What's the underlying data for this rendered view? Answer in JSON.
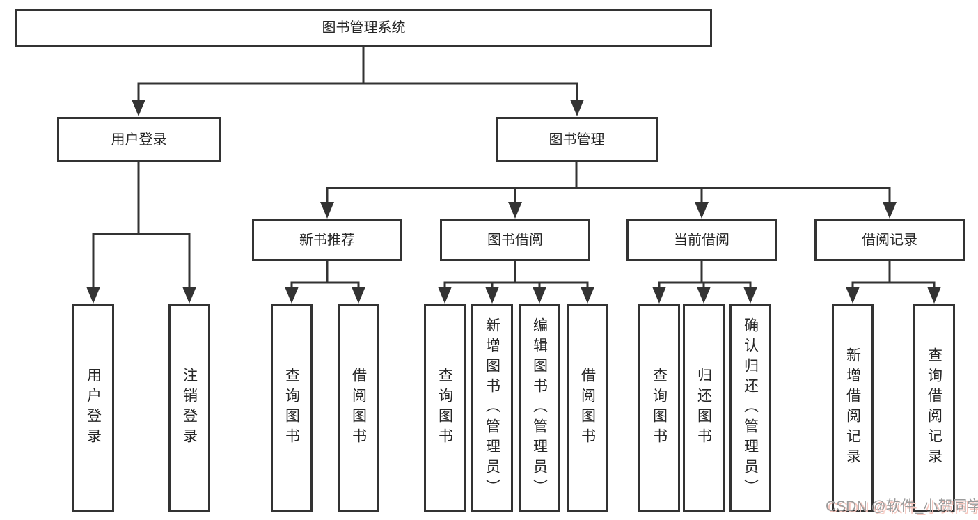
{
  "diagram": {
    "root": {
      "label": "图书管理系统"
    },
    "level2": [
      {
        "label": "用户登录"
      },
      {
        "label": "图书管理"
      }
    ],
    "level3": [
      {
        "label": "新书推荐"
      },
      {
        "label": "图书借阅"
      },
      {
        "label": "当前借阅"
      },
      {
        "label": "借阅记录"
      }
    ],
    "leaf_groups": [
      {
        "parent": "用户登录",
        "items": [
          "用户登录",
          "注销登录"
        ]
      },
      {
        "parent": "新书推荐",
        "items": [
          "查询图书",
          "借阅图书"
        ]
      },
      {
        "parent": "图书借阅",
        "items": [
          "查询图书",
          "新增图书（管理员）",
          "编辑图书（管理员）",
          "借阅图书"
        ]
      },
      {
        "parent": "当前借阅",
        "items": [
          "查询图书",
          "归还图书",
          "确认归还（管理员）"
        ]
      },
      {
        "parent": "借阅记录",
        "items": [
          "新增借阅记录",
          "查询借阅记录"
        ]
      }
    ]
  },
  "watermark": {
    "text": "CSDN @软件_小贺同学"
  },
  "colors": {
    "line": "#333333",
    "text": "#262626",
    "background": "#ffffff",
    "watermark_text": "#9b9b9b",
    "watermark_shadow": "#f6c6be"
  }
}
